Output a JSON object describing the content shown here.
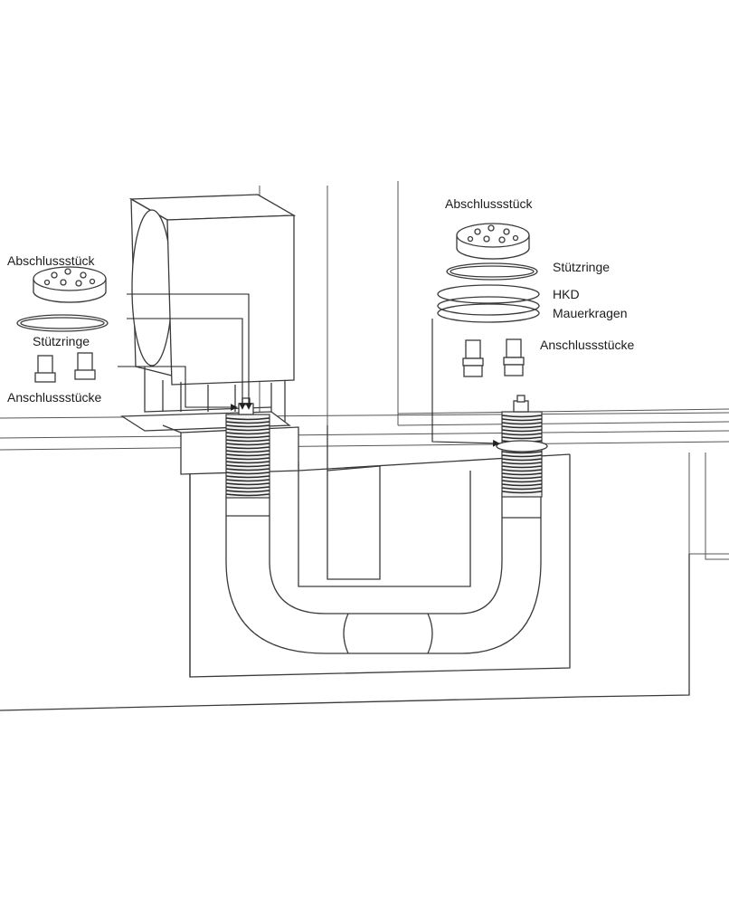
{
  "labels": {
    "left_end_cap": "Abschlussstück",
    "left_support_rings": "Stützringe",
    "left_connectors": "Anschlussstücke",
    "right_end_cap": "Abschlussstück",
    "right_support_rings": "Stützringe",
    "right_hkd_line1": "HKD",
    "right_hkd_line2": "Mauerkragen",
    "right_connectors": "Anschlussstücke"
  }
}
